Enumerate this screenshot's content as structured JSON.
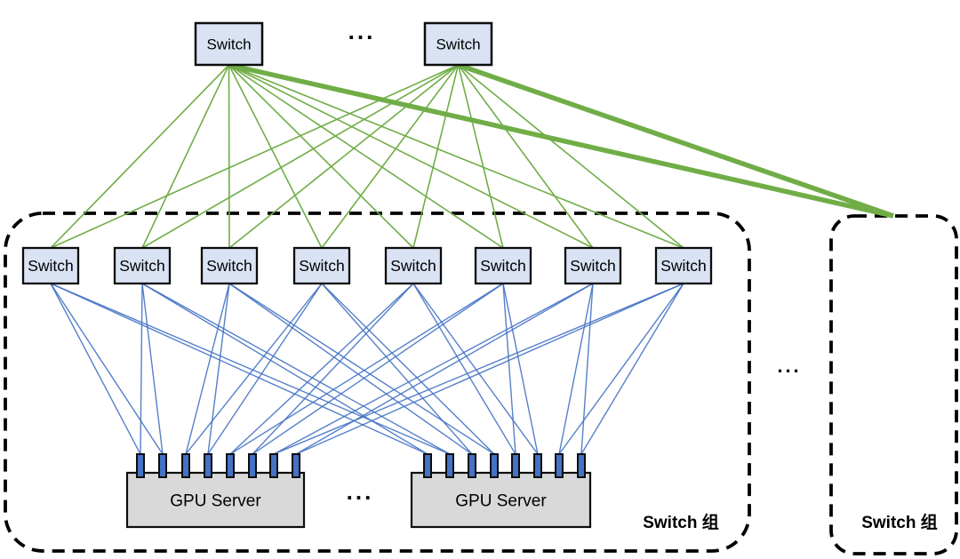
{
  "diagram": {
    "kind": "gpu-cluster-network-topology",
    "labels": {
      "spine_switch": "Switch",
      "leaf_switch": "Switch",
      "gpu_server": "GPU Server",
      "switch_group": "Switch 组",
      "ellipsis": "..."
    },
    "topology": {
      "spine_switches": [
        "Switch",
        "Switch"
      ],
      "leaf_switches": [
        "Switch",
        "Switch",
        "Switch",
        "Switch",
        "Switch",
        "Switch",
        "Switch",
        "Switch"
      ],
      "servers": [
        {
          "label": "GPU Server",
          "nic_count": 8
        },
        {
          "label": "GPU Server",
          "nic_count": 8
        }
      ],
      "groups": [
        {
          "label": "Switch 组"
        },
        {
          "label": "Switch 组"
        }
      ],
      "ellipses": [
        "...",
        "...",
        "..."
      ]
    },
    "colors": {
      "uplink_green": "#70ad47",
      "downlink_blue": "#4472c4",
      "switch_fill": "#dae3f3",
      "switch_border": "#0d0d0d",
      "server_fill": "#d9d9d9",
      "server_border": "#0d0d0d",
      "nic_fill": "#4472c4",
      "nic_border": "#0d0d0d",
      "group_dash": "#000000",
      "text": "#000000",
      "background": "#ffffff"
    }
  }
}
